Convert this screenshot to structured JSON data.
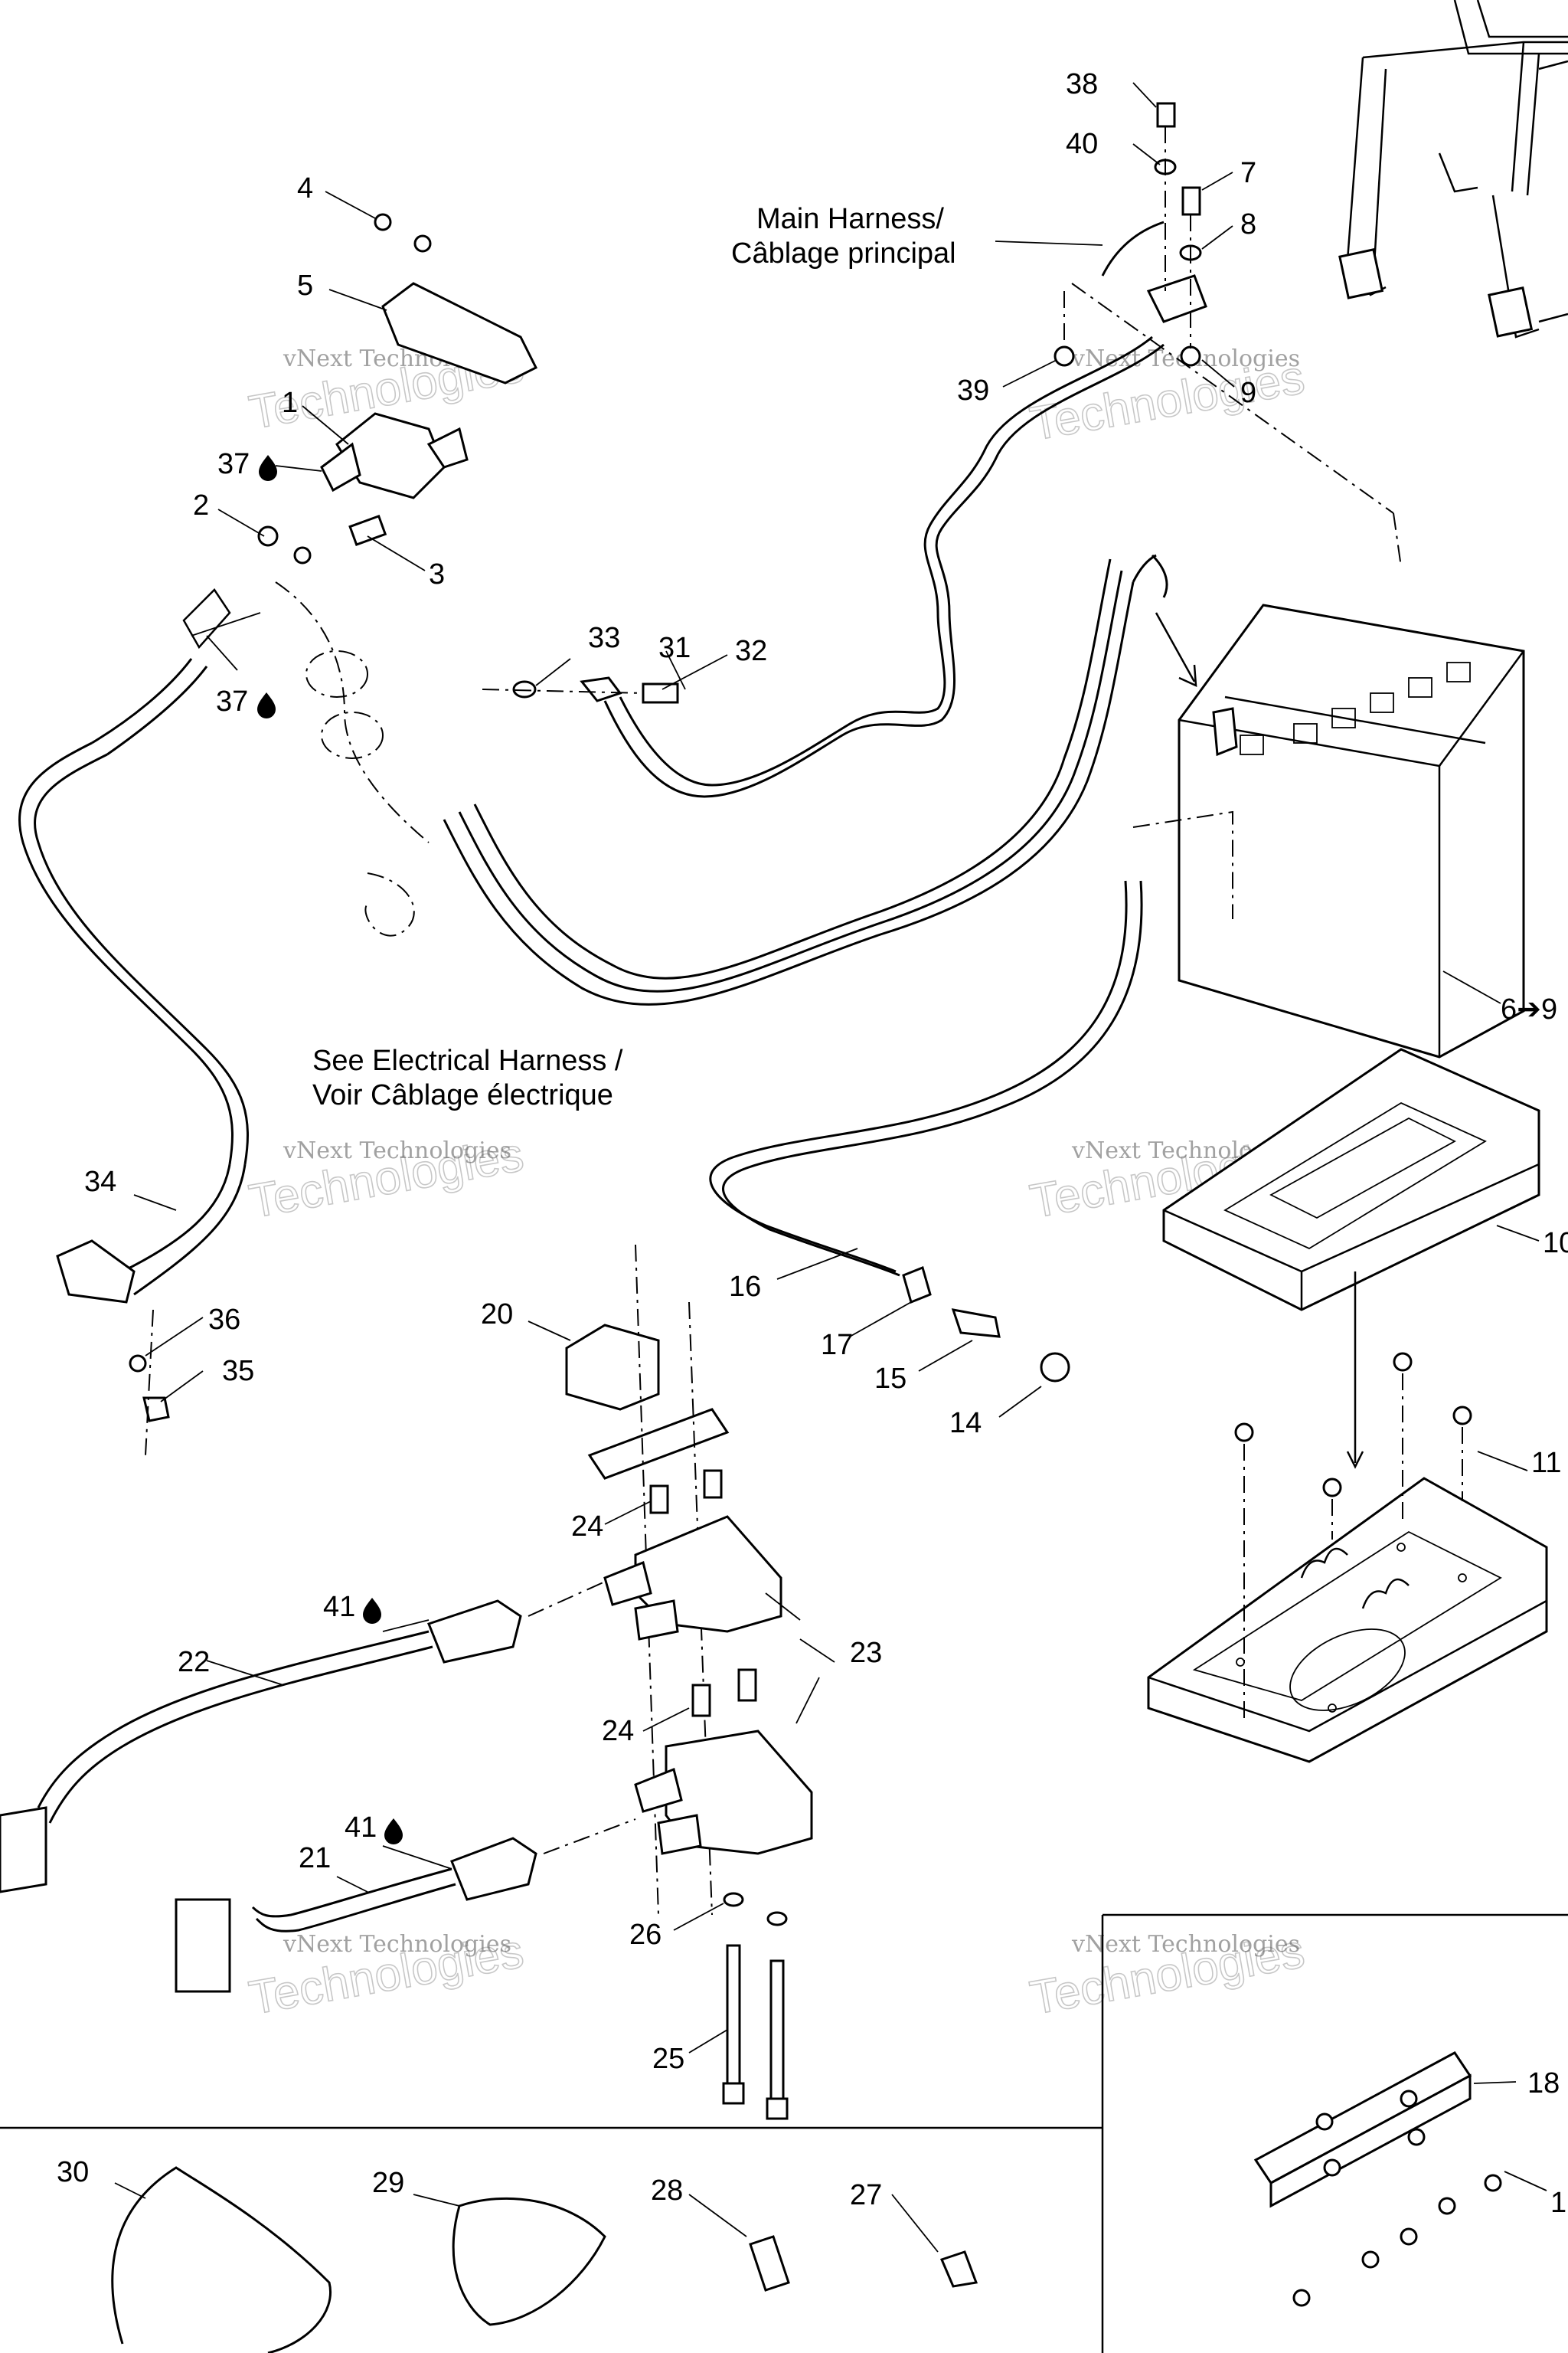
{
  "callouts": {
    "c1": "1",
    "c2": "2",
    "c3": "3",
    "c4": "4",
    "c5": "5",
    "c6": "6➔9",
    "c7": "7",
    "c8": "8",
    "c9": "9",
    "c10": "10",
    "c11": "11",
    "c14": "14",
    "c15": "15",
    "c16": "16",
    "c17": "17",
    "c18": "18",
    "c19": "1",
    "c20": "20",
    "c21": "21",
    "c22": "22",
    "c23": "23",
    "c24a": "24",
    "c24b": "24",
    "c25": "25",
    "c26": "26",
    "c27": "27",
    "c28": "28",
    "c29": "29",
    "c30": "30",
    "c31": "31",
    "c32": "32",
    "c33": "33",
    "c34": "34",
    "c35": "35",
    "c36": "36",
    "c37a": "37",
    "c37b": "37",
    "c38": "38",
    "c39": "39",
    "c40": "40",
    "c41a": "41",
    "c41b": "41"
  },
  "captions": {
    "main_harness_en": "Main Harness/",
    "main_harness_fr": "Câblage principal",
    "see_harness_en": "See Electrical Harness /",
    "see_harness_fr": "Voir Câblage électrique"
  },
  "watermark": {
    "small": "vNext Technologies",
    "big": "Technologies"
  },
  "icons": [
    "sealant-drop-icon"
  ]
}
